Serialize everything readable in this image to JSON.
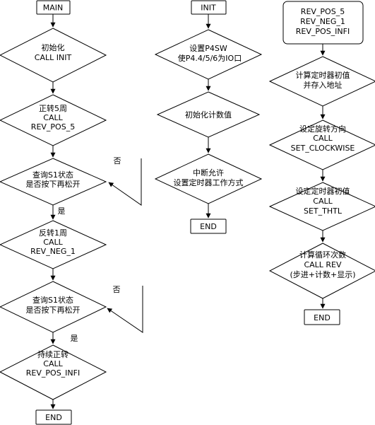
{
  "main": {
    "start": "MAIN",
    "init_line1": "初始化",
    "init_line2": "CALL INIT",
    "fwd5_line1": "正转5周",
    "fwd5_line2": "CALL",
    "fwd5_line3": "REV_POS_5",
    "query1_line1": "查询S1状态",
    "query1_line2": "是否按下再松开",
    "query1_no": "否",
    "query1_yes": "是",
    "rev1_line1": "反转1周",
    "rev1_line2": "CALL",
    "rev1_line3": "REV_NEG_1",
    "query2_line1": "查询S1状态",
    "query2_line2": "是否按下再松开",
    "query2_no": "否",
    "query2_yes": "是",
    "cont_line1": "持续正转",
    "cont_line2": "CALL",
    "cont_line3": "REV_POS_INFI",
    "end": "END"
  },
  "init": {
    "start": "INIT",
    "p4sw_line1": "设置P4SW",
    "p4sw_line2": "使P4.4/5/6为IO口",
    "counter": "初始化计数值",
    "int_line1": "中断允许",
    "int_line2": "设置定时器工作方式",
    "end": "END"
  },
  "rev": {
    "start_line1": "REV_POS_5",
    "start_line2": "REV_NEG_1",
    "start_line3": "REV_POS_INFI",
    "calc_line1": "计算定时器初值",
    "calc_line2": "并存入地址",
    "dir_line1": "设定旋转方向",
    "dir_line2": "CALL",
    "dir_line3": "SET_CLOCKWISE",
    "timer_line1": "设定定时器初值",
    "timer_line2": "CALL",
    "timer_line3": "SET_THTL",
    "loop_line1": "计算循环次数",
    "loop_line2": "CALL  REV",
    "loop_line3": "(步进+计数+显示)",
    "end": "END"
  }
}
